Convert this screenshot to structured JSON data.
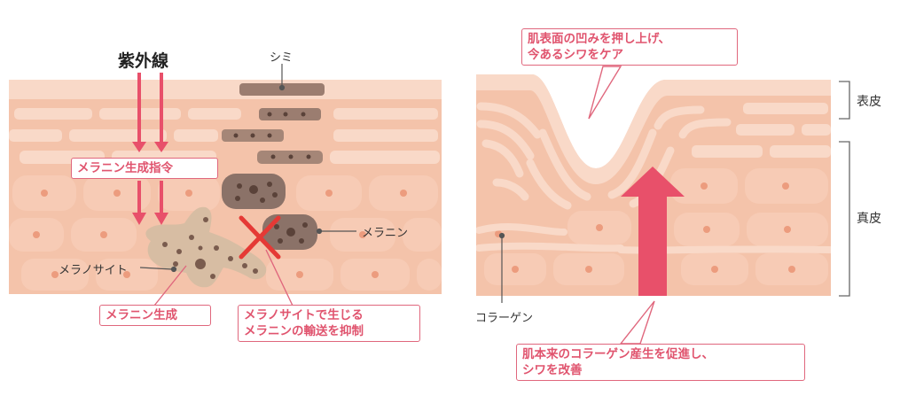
{
  "left_panel": {
    "uv_label": "紫外線",
    "spot_label": "シミ",
    "melanin_label": "メラニン",
    "melanocyte_label": "メラノサイト",
    "callouts": {
      "melanin_instruction": "メラニン生成指令",
      "melanin_production": "メラニン生成",
      "transport_suppression_line1": "メラノサイトで生じる",
      "transport_suppression_line2": "メラニンの輸送を抑制"
    }
  },
  "right_panel": {
    "epidermis_label": "表皮",
    "dermis_label": "真皮",
    "collagen_label": "コラーゲン",
    "callouts": {
      "push_up_line1": "肌表面の凹みを押し上げ、",
      "push_up_line2": "今あるシワをケア",
      "promote_line1": "肌本来のコラーゲン産生を促進し、",
      "promote_line2": "シワを改善"
    }
  },
  "colors": {
    "skin_light": "#f9d9c8",
    "skin_mid": "#f4c3aa",
    "cell_fill": "#f7cbb5",
    "nucleus": "#ec9c7e",
    "accent_pink": "#e0546e",
    "arrow_red": "#e8506a",
    "melanin_brown": "#8b7268",
    "melanocyte": "#d7bda3",
    "cross_red": "#e53935"
  }
}
